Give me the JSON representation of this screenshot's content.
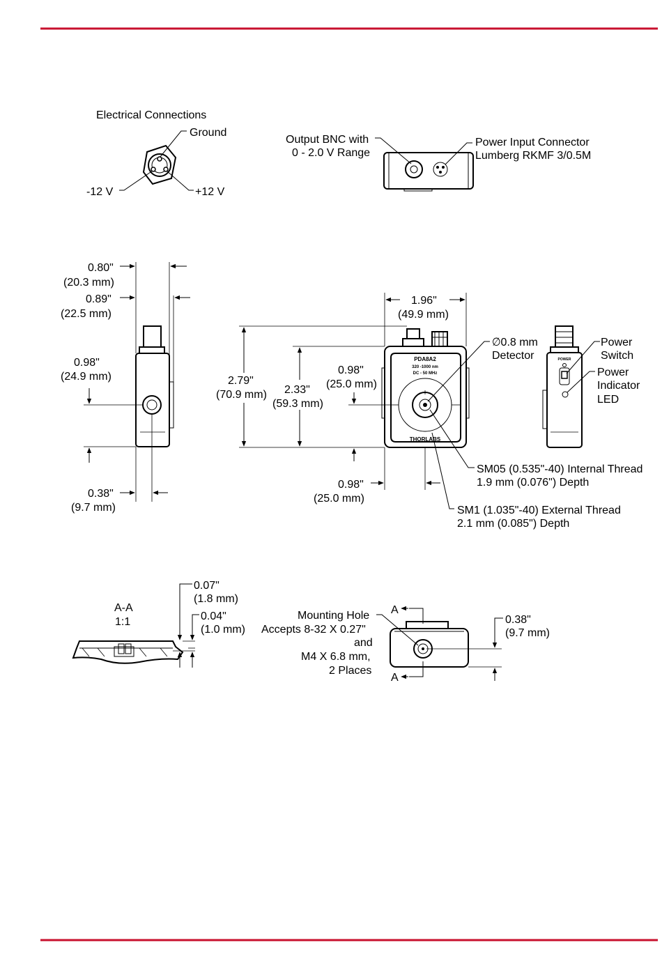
{
  "colors": {
    "rule": "#c8102e",
    "ink": "#000000"
  },
  "labels": {
    "electrical_connections": "Electrical Connections",
    "ground": "Ground",
    "minus12": "-12 V",
    "plus12": "+12 V",
    "output_bnc_1": "Output BNC with",
    "output_bnc_2": "0 - 2.0 V Range",
    "power_input_1": "Power Input Connector",
    "power_input_2": "Lumberg RKMF 3/0.5M",
    "d080_in": "0.80\"",
    "d080_mm": "(20.3 mm)",
    "d089_in": "0.89\"",
    "d089_mm": "(22.5 mm)",
    "d098a_in": "0.98\"",
    "d098a_mm": "(24.9 mm)",
    "d038a_in": "0.38\"",
    "d038a_mm": "(9.7 mm)",
    "d196_in": "1.96\"",
    "d196_mm": "(49.9 mm)",
    "d279_in": "2.79\"",
    "d279_mm": "(70.9 mm)",
    "d233_in": "2.33\"",
    "d233_mm": "(59.3 mm)",
    "d098b_in": "0.98\"",
    "d098b_mm": "(25.0 mm)",
    "d098c_in": "0.98\"",
    "d098c_mm": "(25.0 mm)",
    "detector_1": "∅0.8 mm",
    "detector_2": "Detector",
    "power_switch_1": "Power",
    "power_switch_2": "Switch",
    "power_led_1": "Power",
    "power_led_2": "Indicator",
    "power_led_3": "LED",
    "sm05_1": "SM05 (0.535\"-40) Internal Thread",
    "sm05_2": "1.9 mm (0.076\") Depth",
    "sm1_1": "SM1 (1.035\"-40) External Thread",
    "sm1_2": "2.1 mm (0.085\") Depth",
    "product_model": "PDA8A2",
    "product_range": "320 -1000 nm",
    "product_bw": "DC - 50 MHz",
    "brand": "THORLABS",
    "power_small": "POWER",
    "section_a": "A-A",
    "scale": "1:1",
    "d007_in": "0.07\"",
    "d007_mm": "(1.8 mm)",
    "d004_in": "0.04\"",
    "d004_mm": "(1.0 mm)",
    "mount_1": "Mounting Hole",
    "mount_2": "Accepts 8-32 X 0.27\"",
    "mount_3": "and",
    "mount_4": "M4 X 6.8 mm,",
    "mount_5": "2 Places",
    "section_mark": "A",
    "d038b_in": "0.38\"",
    "d038b_mm": "(9.7 mm)"
  }
}
